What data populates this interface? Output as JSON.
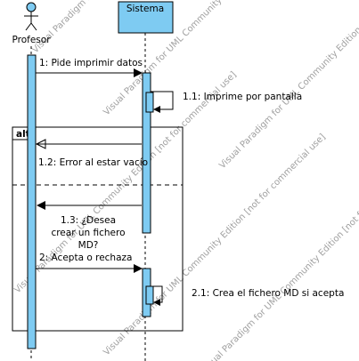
{
  "lifelines": {
    "actor": "Profesor",
    "system": "Sistema"
  },
  "fragment": {
    "operator": "alt"
  },
  "messages": {
    "m1": "1: Pide imprimir datos",
    "m1_1": "1.1: Imprime por pantalla",
    "m1_2": "1.2: Error al estar vacío",
    "m1_3_line1": "1.3: ¿Desea",
    "m1_3_line2": "crear un fichero",
    "m1_3_line3": "MD?",
    "m2": "2: Acepta o rechaza",
    "m2_1": "2.1: Crea el fichero MD si acepta"
  },
  "watermark": "Visual Paradigm for UML Community Edition [not for commercial use]",
  "colors": {
    "activation": "#7ecbf2",
    "lifeline_box": "#7ecbf2"
  }
}
